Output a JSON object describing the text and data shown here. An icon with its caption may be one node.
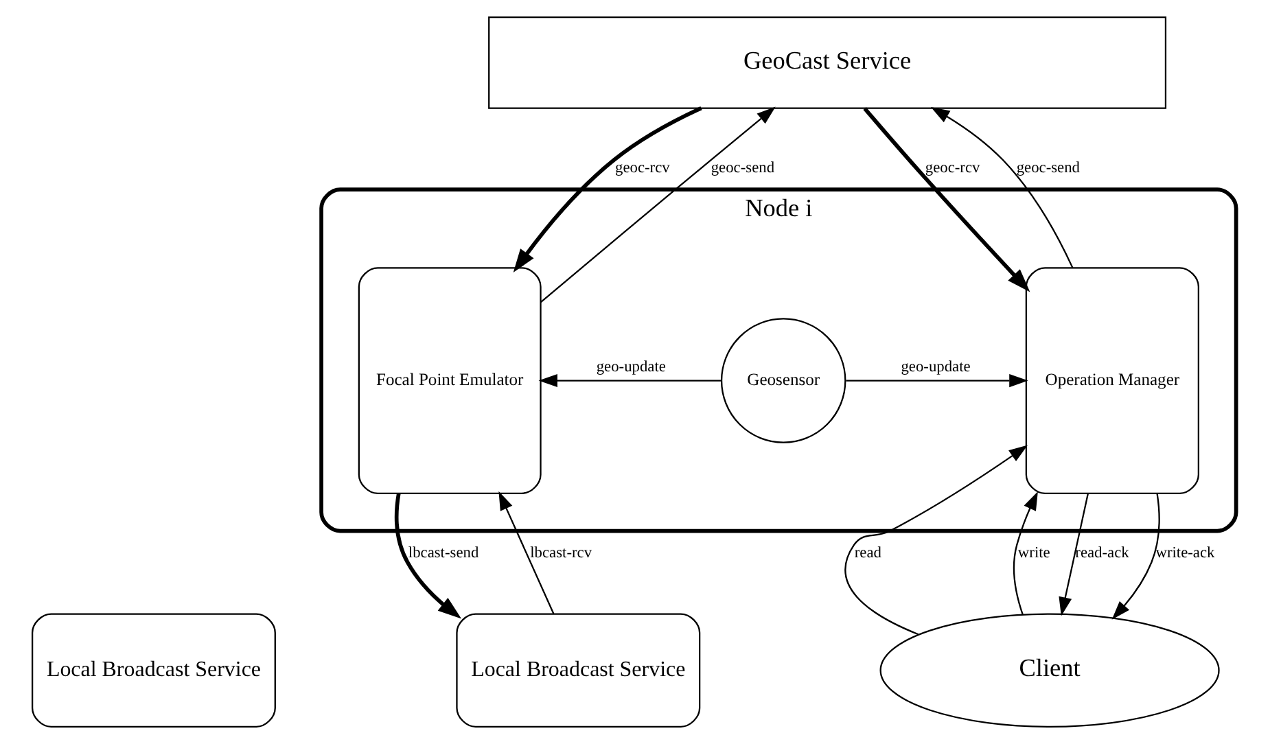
{
  "diagram": {
    "nodes": [
      {
        "text": [
          "GeoCast Service"
        ]
      },
      {
        "text": [
          "Node i"
        ]
      },
      {
        "text": [
          "Focal Point Emulator"
        ],
        "in": 1
      },
      {
        "text": [
          "Geosensor"
        ],
        "in": 1
      },
      {
        "text": [
          "Operation Manager"
        ],
        "in": 1
      },
      {
        "text": [
          "Local Broadcast Service"
        ]
      },
      {
        "text": [
          "Local Broadcast Service"
        ]
      },
      {
        "text": [
          "Client"
        ]
      }
    ],
    "edges": [
      {
        "from": 2,
        "to": 0,
        "arrow": "to",
        "label": "geoc-send"
      },
      {
        "from": 0,
        "to": 2,
        "arrow": "to",
        "label": "geoc-rcv",
        "style": "thick"
      },
      {
        "from": 4,
        "to": 0,
        "arrow": "to",
        "label": "geoc-send"
      },
      {
        "from": 0,
        "to": 4,
        "arrow": "to",
        "label": "geoc-rcv",
        "style": "thick"
      },
      {
        "from": 3,
        "to": 2,
        "arrow": "to",
        "label": "geo-update"
      },
      {
        "from": 3,
        "to": 4,
        "arrow": "to",
        "label": "geo-update"
      },
      {
        "from": 2,
        "to": 6,
        "arrow": "to",
        "label": "lbcast-send",
        "style": "thick"
      },
      {
        "from": 6,
        "to": 2,
        "arrow": "to",
        "label": "lbcast-rcv"
      },
      {
        "from": 7,
        "to": 4,
        "arrow": "to",
        "label": "read"
      },
      {
        "from": 4,
        "to": 7,
        "arrow": "to",
        "label": "read-ack"
      },
      {
        "from": 4,
        "to": 7,
        "arrow": "to",
        "label": "write-ack"
      },
      {
        "from": 7,
        "to": 4,
        "arrow": "to",
        "label": "write"
      }
    ]
  }
}
